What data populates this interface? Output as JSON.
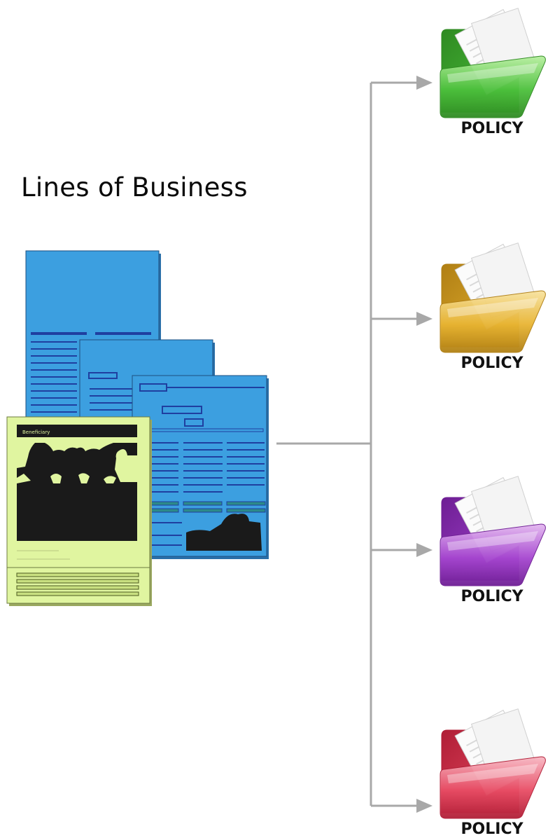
{
  "title": "Lines of Business",
  "documents": {
    "front_card_heading": "Beneficiary"
  },
  "folders": [
    {
      "label": "POLICY",
      "color": "#4cc03c",
      "light": "#b8f0a0",
      "dark": "#2f8a22"
    },
    {
      "label": "POLICY",
      "color": "#e8b432",
      "light": "#f8e3a0",
      "dark": "#b07f14"
    },
    {
      "label": "POLICY",
      "color": "#a646d0",
      "light": "#e4b8f0",
      "dark": "#6e1e94"
    },
    {
      "label": "POLICY",
      "color": "#e84c64",
      "light": "#f8b8c4",
      "dark": "#b01e36"
    }
  ],
  "colors": {
    "connector": "#a8a8a8",
    "doc_blue": "#3c9fe0",
    "doc_green": "#e0f5a0",
    "silhouette": "#1a1a1a"
  }
}
